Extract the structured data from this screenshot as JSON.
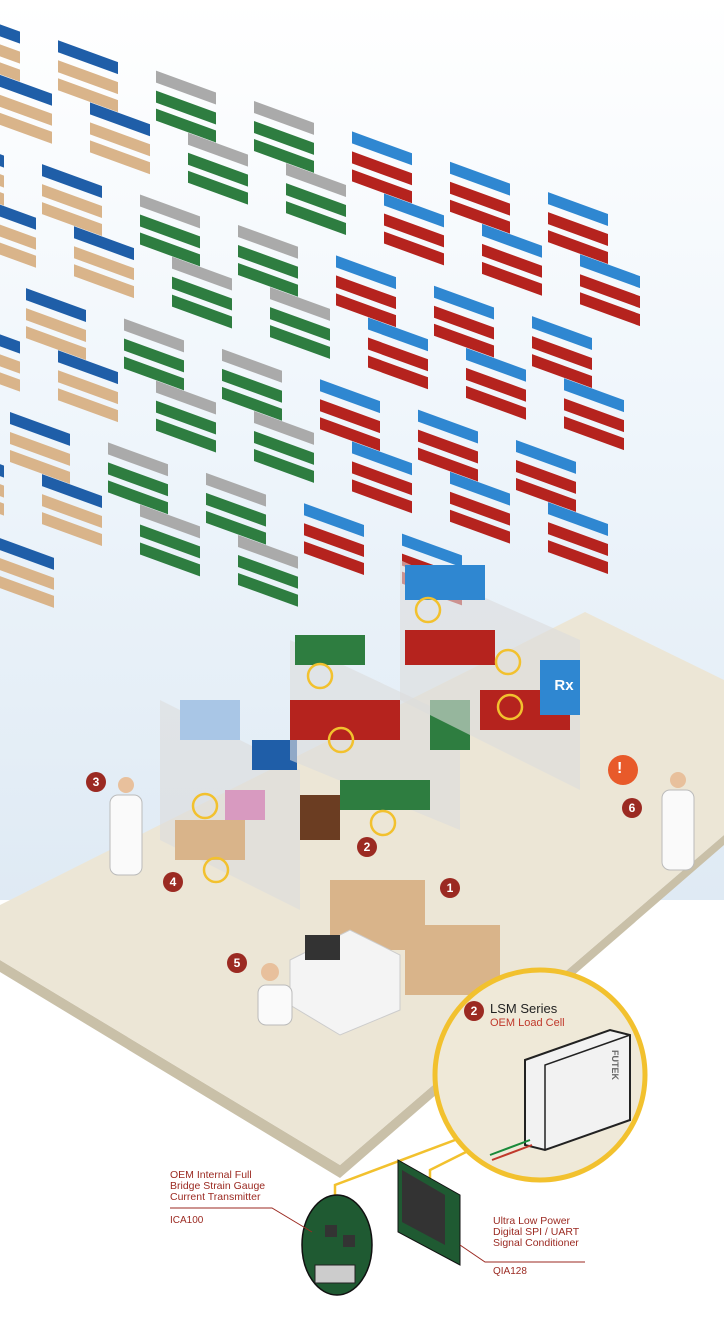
{
  "markers": [
    "1",
    "2",
    "3",
    "4",
    "5",
    "6"
  ],
  "callout": {
    "number": "2",
    "title": "LSM Series",
    "subtitle": "OEM Load Cell",
    "brand": "FUTEK"
  },
  "components": [
    {
      "name_lines": [
        "OEM Internal Full",
        "Bridge Strain Gauge",
        "Current Transmitter"
      ],
      "code": "ICA100"
    },
    {
      "name_lines": [
        "Ultra Low Power",
        "Digital SPI / UART",
        "Signal Conditioner"
      ],
      "code": "QIA128"
    }
  ],
  "alert_icon": "!",
  "sign_labels": {
    "pharmacy": "Rx"
  },
  "colors": {
    "accent_red": "#9b2a22",
    "highlight_yellow": "#f2c12e",
    "floor": "#ece6d6",
    "pcb_green": "#1f5a32"
  }
}
